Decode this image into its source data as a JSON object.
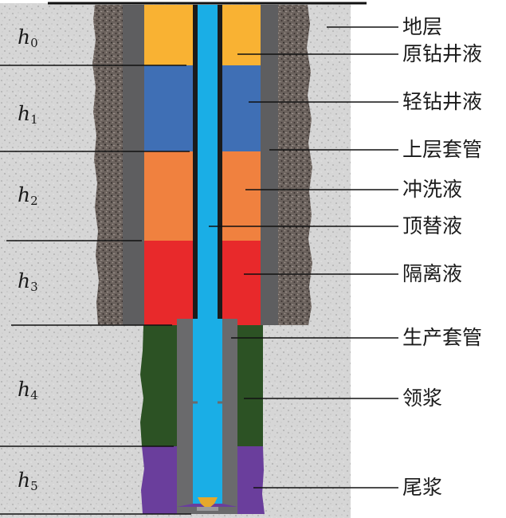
{
  "intervals": [
    {
      "var": "h",
      "sub": "0"
    },
    {
      "var": "h",
      "sub": "1"
    },
    {
      "var": "h",
      "sub": "2"
    },
    {
      "var": "h",
      "sub": "3"
    },
    {
      "var": "h",
      "sub": "4"
    },
    {
      "var": "h",
      "sub": "5"
    }
  ],
  "labels": [
    "地层",
    "原钻井液",
    "轻钻井液",
    "上层套管",
    "冲洗液",
    "顶替液",
    "隔离液",
    "生产套管",
    "领浆",
    "尾浆"
  ],
  "colors": {
    "original_mud": "#F9B233",
    "light_mud": "#3F6FB5",
    "flush": "#F0813F",
    "spacer": "#E8292B",
    "displacement": "#1AAEE6",
    "lead_slurry": "#2C5224",
    "tail_slurry": "#6A3E9C",
    "casing": "#5E5E60",
    "formation": "#D2D2D2",
    "upper_cement": "#6B625D",
    "plug": "#E5A82B"
  }
}
